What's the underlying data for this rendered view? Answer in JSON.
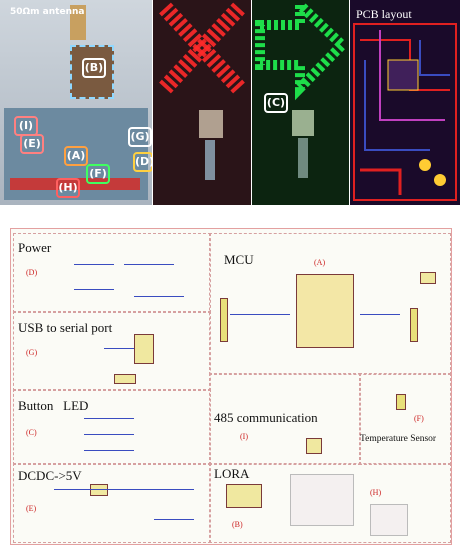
{
  "photos": {
    "antenna_label": "50Ωm antenna",
    "pcb_label": "PCB layout",
    "badges": [
      "(A)",
      "(B)",
      "(C)",
      "(D)",
      "(E)",
      "(F)",
      "(G)",
      "(H)",
      "(I)"
    ]
  },
  "schematic": {
    "blocks": [
      {
        "title": "Power",
        "tag": "(D)"
      },
      {
        "title": "MCU",
        "tag": "(A)"
      },
      {
        "title": "USB to serial port",
        "tag": "(G)"
      },
      {
        "title": "Button   LED",
        "tag": "(C)"
      },
      {
        "title": "485 communication",
        "tag": "(I)"
      },
      {
        "title": "Temperature Sensor",
        "tag": "(F)"
      },
      {
        "title": "DCDC->5V",
        "tag": "(E)"
      },
      {
        "title": "LORA",
        "tag": "(B)"
      },
      {
        "title": "",
        "tag": "(H)"
      }
    ]
  },
  "colors": {
    "led_red": "#ff2a2a",
    "led_green": "#22ff55",
    "pcb_bg": "#1a0a2a",
    "trace_red": "#e02020",
    "trace_blue": "#3a4cc0",
    "block_border": "#d6a0a0",
    "tag_red": "#cc2222"
  }
}
